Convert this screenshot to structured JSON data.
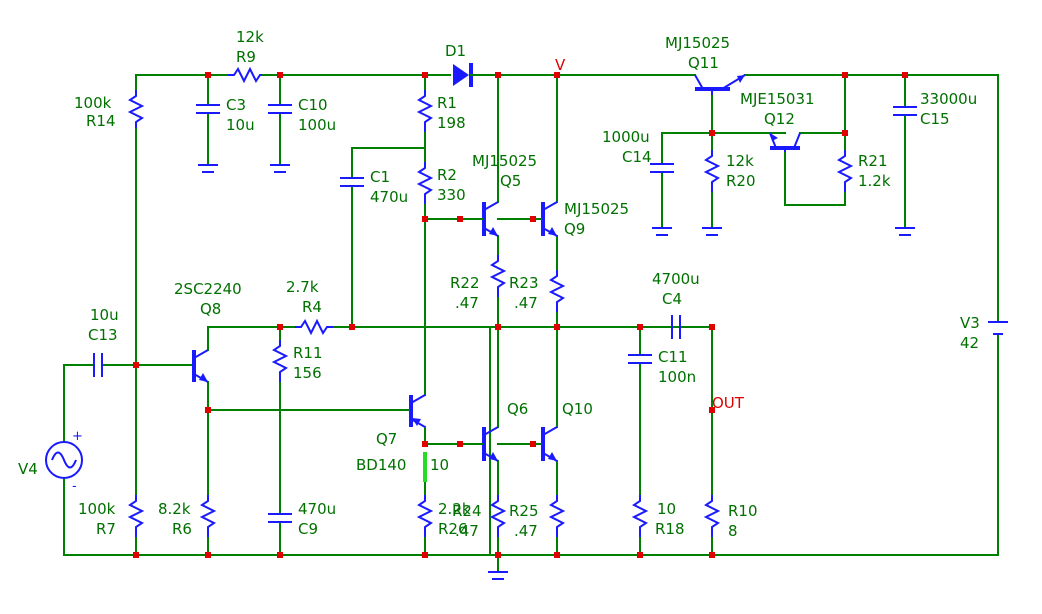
{
  "components": {
    "R14": {
      "ref": "R14",
      "value": "100k"
    },
    "R9": {
      "ref": "R9",
      "value": "12k"
    },
    "C3": {
      "ref": "C3",
      "value": "10u"
    },
    "C10": {
      "ref": "C10",
      "value": "100u"
    },
    "D1": {
      "ref": "D1"
    },
    "R1": {
      "ref": "R1",
      "value": "198"
    },
    "R2": {
      "ref": "R2",
      "value": "330"
    },
    "C1": {
      "ref": "C1",
      "value": "470u"
    },
    "Q5": {
      "ref": "Q5",
      "value": "MJ15025"
    },
    "Q9": {
      "ref": "Q9",
      "value": "MJ15025"
    },
    "Q11": {
      "ref": "Q11",
      "value": "MJ15025"
    },
    "Q12": {
      "ref": "Q12",
      "value": "MJE15031"
    },
    "C14": {
      "ref": "C14",
      "value": "1000u"
    },
    "R20": {
      "ref": "R20",
      "value": "12k"
    },
    "R21": {
      "ref": "R21",
      "value": "1.2k"
    },
    "C15": {
      "ref": "C15",
      "value": "33000u"
    },
    "V3": {
      "ref": "V3",
      "value": "42"
    },
    "C13": {
      "ref": "C13",
      "value": "10u"
    },
    "Q8": {
      "ref": "Q8",
      "value": "2SC2240"
    },
    "R4": {
      "ref": "R4",
      "value": "2.7k"
    },
    "R11": {
      "ref": "R11",
      "value": "156"
    },
    "R22": {
      "ref": "R22",
      "value": ".47"
    },
    "R23": {
      "ref": "R23",
      "value": ".47"
    },
    "C4": {
      "ref": "C4",
      "value": "4700u"
    },
    "C11": {
      "ref": "C11",
      "value": "100n"
    },
    "Q7": {
      "ref": "Q7",
      "value": "BD140"
    },
    "Q6": {
      "ref": "Q6"
    },
    "Q10": {
      "ref": "Q10"
    },
    "V4": {
      "ref": "V4"
    },
    "R7": {
      "ref": "R7",
      "value": "100k"
    },
    "R6": {
      "ref": "R6",
      "value": "8.2k"
    },
    "C9": {
      "ref": "C9",
      "value": "470u"
    },
    "R26": {
      "ref": "R26",
      "value": "2.2k"
    },
    "R24": {
      "ref": "R24",
      "value": ".47"
    },
    "R25": {
      "ref": "R25",
      "value": ".47"
    },
    "R18": {
      "ref": "R18",
      "value": "10"
    },
    "R10": {
      "ref": "R10",
      "value": "8"
    }
  },
  "probes": {
    "v": "V",
    "out": "OUT"
  },
  "extra_label": "10",
  "polarity": {
    "plus": "+",
    "minus": "-"
  }
}
